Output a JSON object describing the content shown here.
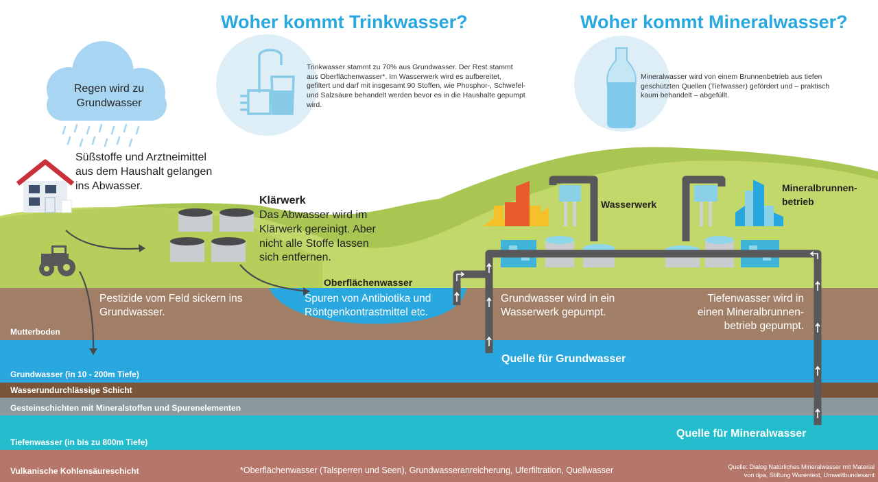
{
  "titles": {
    "trinkwasser": "Woher kommt Trinkwasser?",
    "mineralwasser": "Woher kommt Mineralwasser?"
  },
  "info": {
    "trinkwasser": "Trinkwasser stammt zu 70% aus Grundwasser. Der Rest stammt aus Oberflächenwasser*. Im Wasserwerk wird es aufbereitet, gefiltert und darf mit insgesamt 90 Stoffen, wie Phosphor-, Schwefel- und Salzsäure behandelt werden bevor es in die Haushalte gepumpt wird.",
    "mineralwasser": "Mineralwasser wird von einem Brunnenbetrieb aus tiefen geschützten Quellen (Tiefwasser) gefördert und – praktisch kaum behandelt – abgefüllt."
  },
  "cloud": {
    "text": "Regen wird zu Grundwasser"
  },
  "labels": {
    "haushalt": "Süßstoffe und Arztneimittel aus dem Haushalt gelangen ins Abwasser.",
    "klaerwerk_title": "Klärwerk",
    "klaerwerk_text": "Das Abwasser wird im Klärwerk gereinigt. Aber nicht alle Stoffe lassen sich entfernen.",
    "oberflaechenwasser_title": "Oberflächenwasser",
    "oberflaechenwasser_text": "Spuren von Antibiotika und Röntgenkontrastmittel etc.",
    "pestizide": "Pestizide vom Feld sickern ins Grundwasser.",
    "grundwasser_pumpe": "Grundwasser wird in ein Wasserwerk gepumpt.",
    "tiefenwasser_pumpe": "Tiefenwasser wird in einen Mineralbrunnen-betrieb gepumpt.",
    "wasserwerk": "Wasserwerk",
    "mineralbrunnen": "Mineralbrunnen-betrieb",
    "quelle_grundwasser": "Quelle für Grundwasser",
    "quelle_mineralwasser": "Quelle für Mineralwasser"
  },
  "layers": {
    "mutterboden": "Mutterboden",
    "grundwasser": "Grundwasser (in 10 - 200m Tiefe)",
    "wasserundurchlaessig": "Wasserundurchlässige Schicht",
    "gestein": "Gesteinschichten mit Mineralstoffen und Spurenelementen",
    "tiefenwasser": "Tiefenwasser (in bis zu 800m Tiefe)",
    "vulkanisch": "Vulkanische Kohlensäureschicht"
  },
  "footnote": "*Oberflächenwasser (Talsperren und Seen), Grundwasseranreicherung, Uferfiltration, Quellwasser",
  "source": "Quelle: Dialog Natürliches Mineralwasser mit Material von dpa, Stiftung Warentest, Umweltbundesamt",
  "colors": {
    "title": "#29a8df",
    "hill_light": "#c4d96a",
    "hill_dark": "#a9c652",
    "soil": "#a07f66",
    "groundwater": "#29a8df",
    "impermeable": "#7a553a",
    "rock": "#8c9aa0",
    "deep_water": "#22bccd",
    "volcanic": "#b5776a",
    "pipe": "#58585a"
  }
}
